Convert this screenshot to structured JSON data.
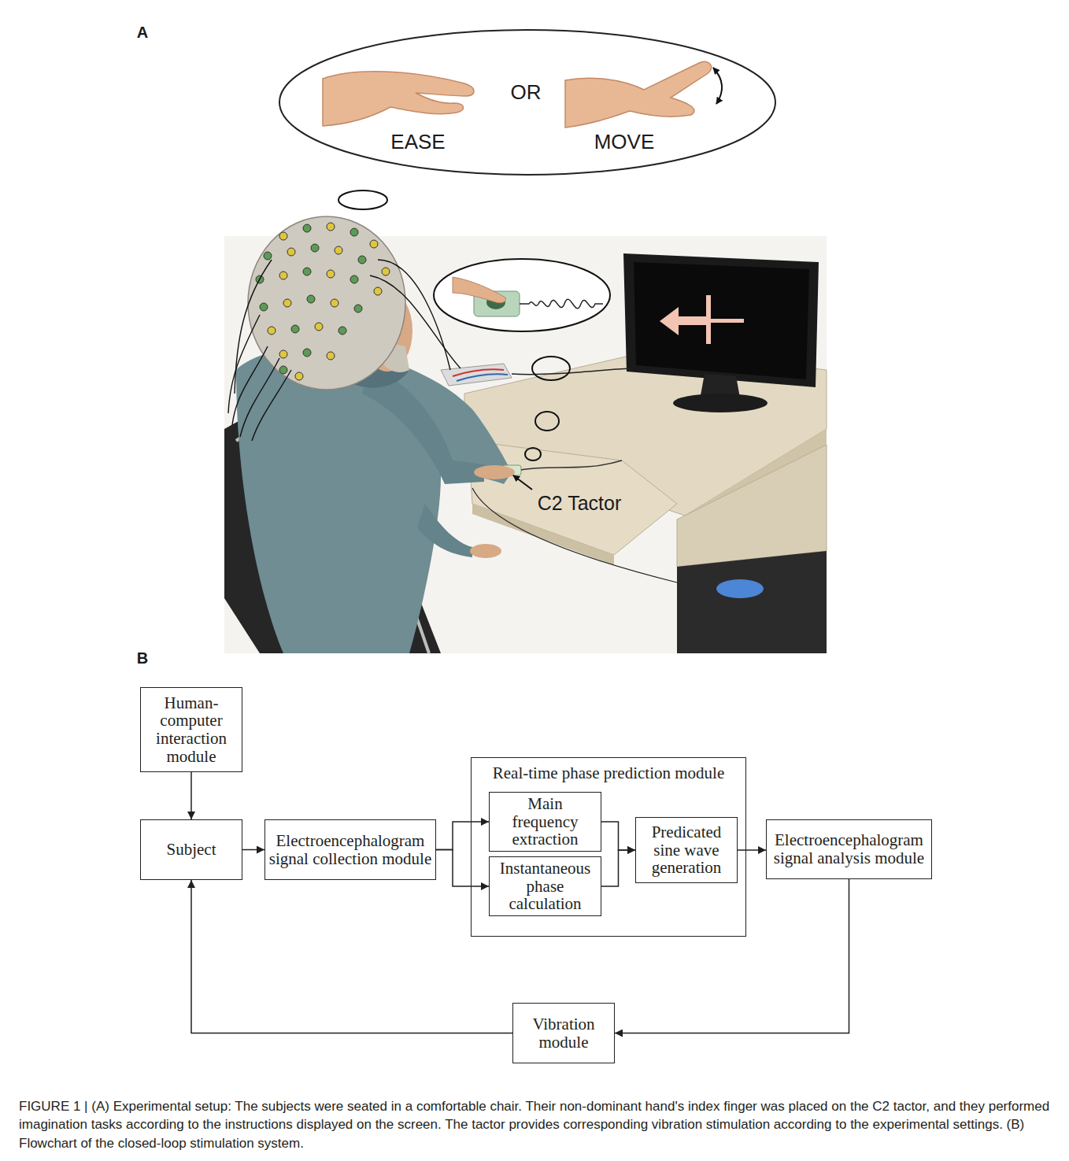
{
  "diagram": {
    "caption": "FIGURE 1 | (A) Experimental setup: The subjects were seated in a comfortable chair. Their non-dominant hand's index finger was placed on the C2 tactor, and they performed imagination tasks according to the instructions displayed on the screen. The tactor provides corresponding vibration stimulation according to the experimental settings. (B) Flowchart of the closed-loop stimulation system.",
    "nodes": [
      {
        "text": [
          "Human-computer interaction module"
        ]
      },
      {
        "text": [
          "Subject"
        ]
      },
      {
        "text": [
          "Electroencephalogram signal collection module"
        ]
      },
      {
        "text": [
          "Real-time phase prediction module"
        ]
      },
      {
        "text": [
          "Main frequency extraction"
        ],
        "in": 3
      },
      {
        "text": [
          "Instantaneous phase calculation"
        ],
        "in": 3
      },
      {
        "text": [
          "Predicated sine wave generation"
        ],
        "in": 3
      },
      {
        "text": [
          "Electroencephalogram signal analysis module"
        ]
      },
      {
        "text": [
          "Vibration module"
        ]
      }
    ],
    "edges": [
      {
        "from": 0,
        "to": 1,
        "arrow": "to"
      },
      {
        "from": 1,
        "to": 2,
        "arrow": "to"
      },
      {
        "from": 2,
        "to": 4,
        "arrow": "to"
      },
      {
        "from": 2,
        "to": 5,
        "arrow": "to"
      },
      {
        "from": 4,
        "to": 6,
        "arrow": "to"
      },
      {
        "from": 5,
        "to": 6,
        "arrow": "to"
      },
      {
        "from": 6,
        "to": 7,
        "arrow": "to"
      },
      {
        "from": 7,
        "to": 8,
        "arrow": "to"
      },
      {
        "from": 8,
        "to": 1,
        "arrow": "to"
      }
    ],
    "labels": [
      "A",
      "EASE",
      "OR",
      "MOVE",
      "C2 Tactor",
      "B"
    ]
  }
}
